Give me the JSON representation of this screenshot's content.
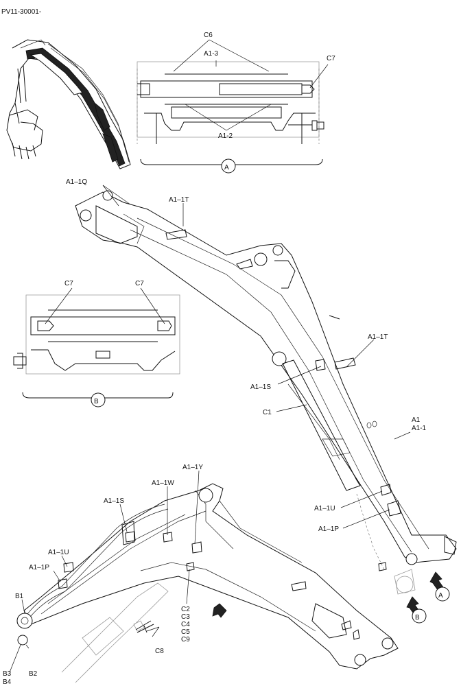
{
  "doc_code": "PV11-30001-",
  "labels": {
    "c6": "C6",
    "a1_3": "A1-3",
    "c7_top": "C7",
    "a1_2": "A1-2",
    "view_a": "A",
    "a1_1q": "A1–1Q",
    "a1_1t_top": "A1–1T",
    "c7_b_left": "C7",
    "c7_b_right": "C7",
    "a1_1t_mid": "A1–1T",
    "a1_1s_mid": "A1–1S",
    "c1": "C1",
    "a1": "A1",
    "a1_1": "A1-1",
    "view_b": "B",
    "a1_1y": "A1–1Y",
    "a1_1w": "A1–1W",
    "a1_1s_low": "A1–1S",
    "a1_1u_low": "A1–1U",
    "a1_1p_low": "A1–1P",
    "a1_1u_right": "A1–1U",
    "a1_1p_right": "A1–1P",
    "b1": "B1",
    "b2": "B2",
    "b3": "B3",
    "b4": "B4",
    "c2": "C2",
    "c3": "C3",
    "c4": "C4",
    "c5": "C5",
    "c9": "C9",
    "c8": "C8",
    "arrow_b": "B",
    "arrow_a": "A"
  }
}
